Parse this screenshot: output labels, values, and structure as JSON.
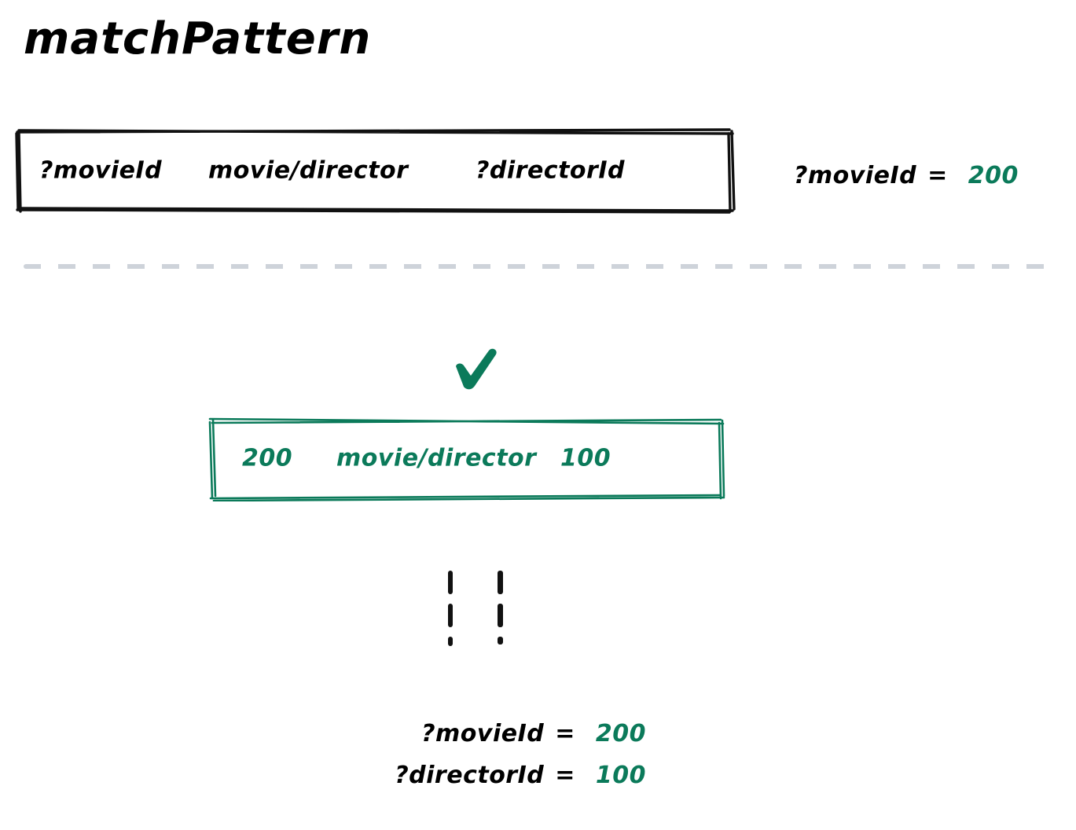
{
  "title": "matchPattern",
  "colors": {
    "ink": "#000000",
    "accent_green": "#0B7A5A",
    "separator": "#ced3da"
  },
  "pattern_box": {
    "name": "triple-pattern",
    "subject": "?movieId",
    "predicate": "movie/director",
    "object": "?directorId"
  },
  "input_binding": {
    "variable": "?movieId",
    "equals": "=",
    "value": "200"
  },
  "match_indicator": {
    "icon": "check-icon",
    "meaning": "match"
  },
  "fact_box": {
    "name": "matched-triple",
    "subject": "200",
    "predicate": "movie/director",
    "object": "100"
  },
  "connector": {
    "icon": "dotted-down-arrow",
    "style": "dashed-vertical-pair"
  },
  "result_bindings": [
    {
      "variable": "?movieId",
      "equals": "=",
      "value": "200"
    },
    {
      "variable": "?directorId",
      "equals": "=",
      "value": "100"
    }
  ]
}
